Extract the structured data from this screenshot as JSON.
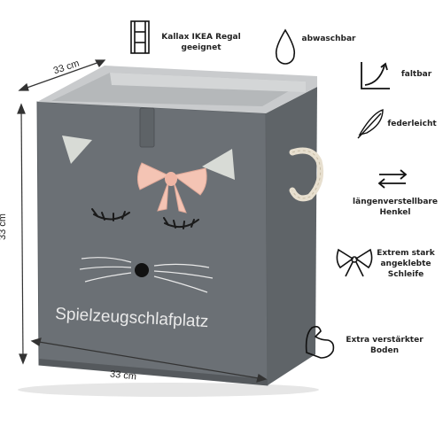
{
  "dimensions": {
    "depth": "33 cm",
    "height": "33 cm",
    "width": "33 cm"
  },
  "box": {
    "label": "Spielzeugschlafplatz",
    "body_color": "#6b7075",
    "interior_color": "#c9cbcd",
    "bow_color": "#f4c4b4",
    "ear_color": "#d8dbd6"
  },
  "features": [
    {
      "icon": "film-strip-icon",
      "lines": [
        "Kallax IKEA Regal",
        "geeignet"
      ]
    },
    {
      "icon": "water-drop-icon",
      "lines": [
        "abwaschbar"
      ]
    },
    {
      "icon": "folding-graph-icon",
      "lines": [
        "faltbar"
      ]
    },
    {
      "icon": "feather-icon",
      "lines": [
        "federleicht"
      ]
    },
    {
      "icon": "double-arrow-icon",
      "lines": [
        "längenverstellbare",
        "Henkel"
      ]
    },
    {
      "icon": "bow-icon",
      "lines": [
        "Extrem stark",
        "angeklebte",
        "Schleife"
      ]
    },
    {
      "icon": "flexed-arm-icon",
      "lines": [
        "Extra verstärkter",
        "Boden"
      ]
    }
  ]
}
